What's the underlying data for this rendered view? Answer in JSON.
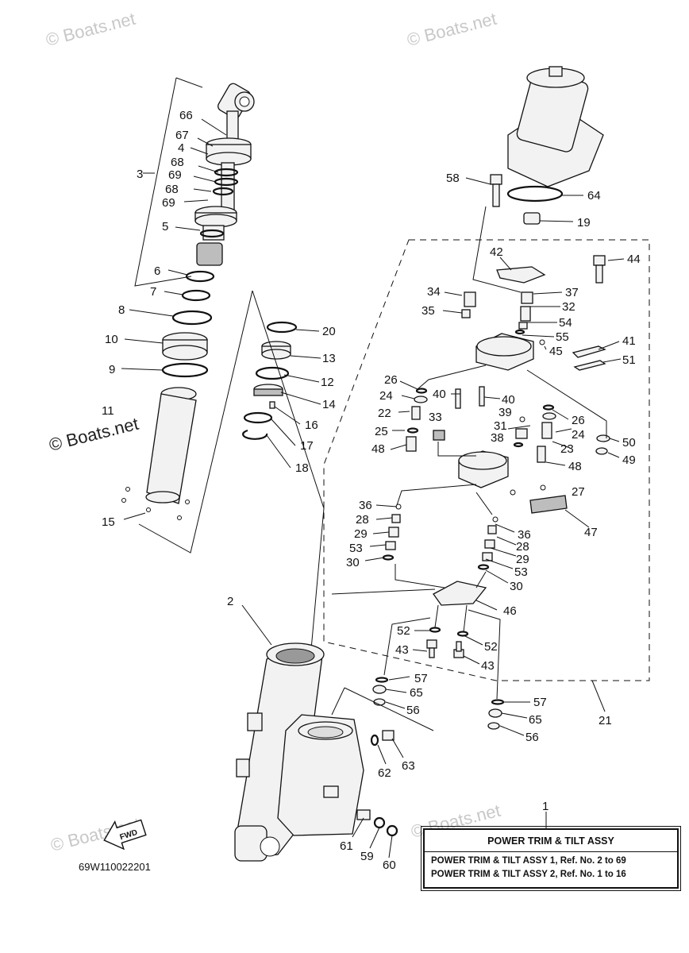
{
  "watermark": "© Boats.net",
  "drawing_code": "69W110022201",
  "fwd_marker": "FWD",
  "assembly_ref": "1",
  "legend": {
    "title": "POWER TRIM & TILT ASSY",
    "lines": [
      "POWER TRIM & TILT ASSY 1, Ref. No. 2 to 69",
      "POWER TRIM & TILT ASSY 2, Ref. No. 1 to 16"
    ]
  },
  "callouts": [
    "66",
    "67",
    "4",
    "68",
    "3",
    "69",
    "68",
    "69",
    "5",
    "6",
    "7",
    "8",
    "10",
    "9",
    "11",
    "15",
    "20",
    "13",
    "12",
    "14",
    "16",
    "17",
    "18",
    "2",
    "58",
    "64",
    "19",
    "42",
    "44",
    "34",
    "37",
    "35",
    "32",
    "54",
    "55",
    "41",
    "45",
    "51",
    "26",
    "40",
    "40",
    "24",
    "39",
    "22",
    "33",
    "26",
    "25",
    "31",
    "24",
    "23",
    "38",
    "50",
    "48",
    "48",
    "49",
    "27",
    "36",
    "28",
    "47",
    "29",
    "36",
    "53",
    "28",
    "30",
    "29",
    "53",
    "30",
    "46",
    "52",
    "52",
    "43",
    "43",
    "57",
    "65",
    "21",
    "56",
    "57",
    "65",
    "56",
    "62",
    "63",
    "61",
    "59",
    "60"
  ]
}
